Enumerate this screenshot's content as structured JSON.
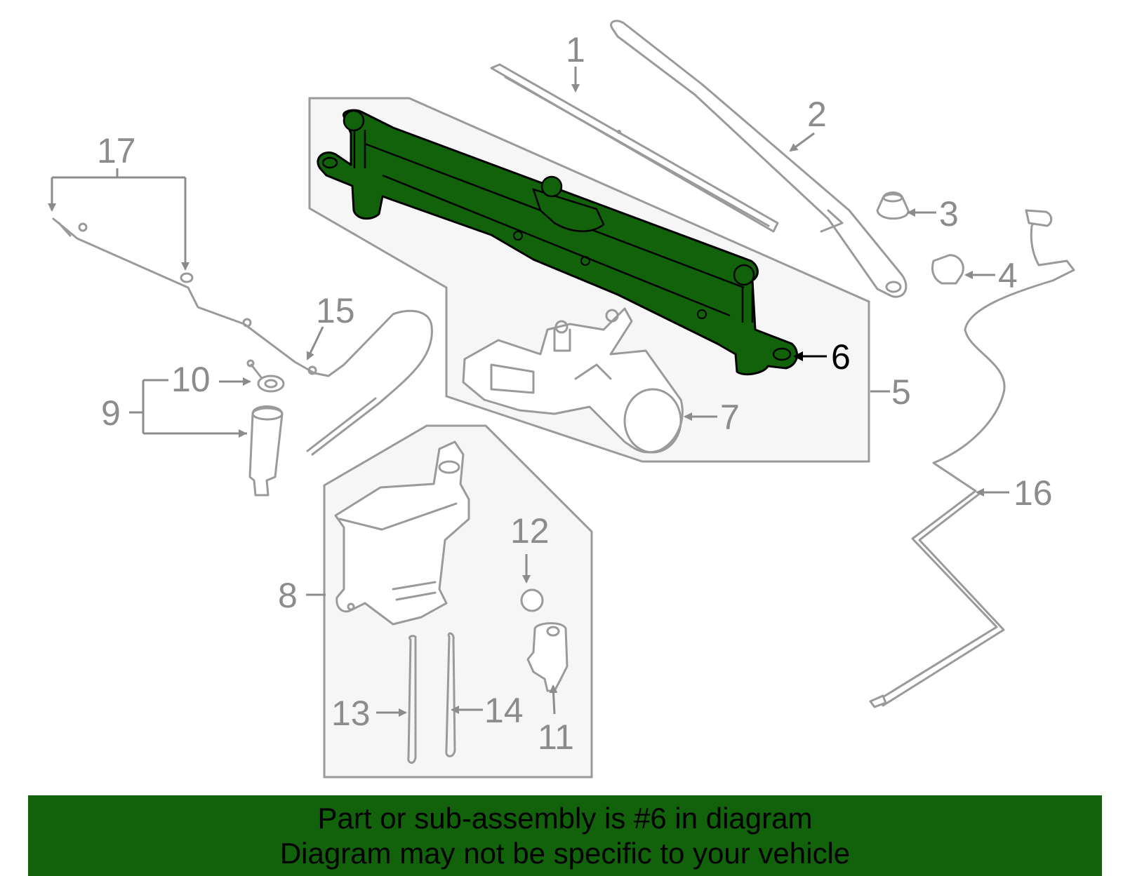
{
  "colors": {
    "highlight": "#11620b",
    "highlight_outline": "#000000",
    "part_line": "#9a9a9a",
    "callout_text": "#8c8c8c",
    "group_box_fill": "#f6f6f6",
    "banner_background": "#11620b"
  },
  "callouts": {
    "c1": "1",
    "c2": "2",
    "c3": "3",
    "c4": "4",
    "c5": "5",
    "c6": "6",
    "c7": "7",
    "c8": "8",
    "c9": "9",
    "c10": "10",
    "c11": "11",
    "c12": "12",
    "c13": "13",
    "c14": "14",
    "c15": "15",
    "c16": "16",
    "c17": "17"
  },
  "banner": {
    "line1": "Part or sub-assembly is #6 in diagram",
    "line2": "Diagram may not be specific to your vehicle"
  }
}
